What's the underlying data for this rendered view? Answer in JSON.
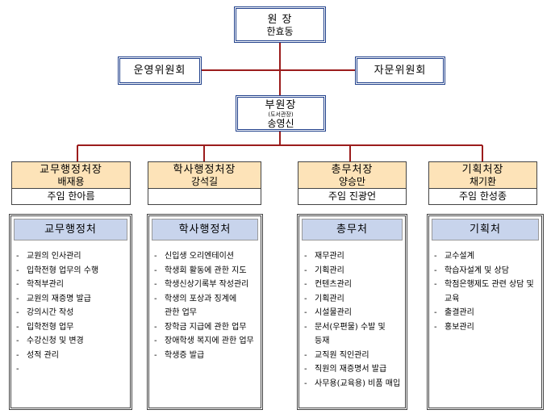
{
  "director": {
    "title": "원 장",
    "name": "한효동"
  },
  "committees": {
    "operations": "운영위원회",
    "advisory": "자문위원회"
  },
  "vice_director": {
    "title": "부원장",
    "note": "(도서관장)",
    "name": "송영신"
  },
  "departments": [
    {
      "title": "교무행정처장",
      "head": "배재용",
      "staff": "주임  한아름"
    },
    {
      "title": "학사행정처장",
      "head": "강석길",
      "staff": ""
    },
    {
      "title": "총무처장",
      "head": "양승만",
      "staff": "주임  진광언"
    },
    {
      "title": "기획처장",
      "head": "채기환",
      "staff": "주임  한성종"
    }
  ],
  "offices": [
    {
      "title": "교무행정처",
      "duties": [
        "교원의 인사관리",
        "입학전형 업무의 수행",
        "학적부관리",
        "교원의 재증명 발급",
        "강의시간 작성",
        "입학전형 업무",
        "수강신청 및 변경",
        "성적 관리",
        ""
      ]
    },
    {
      "title": "학사행정처",
      "duties": [
        "신입생 오리엔테이션",
        "학생회 활동에 관한 지도",
        "학생신상기록부 작성관리",
        "학생의 포상과 징계에",
        "관한 업무",
        "장학금 지급에 관한 업무",
        "장애학생 복지에 관한 업무",
        "학생증 발급"
      ]
    },
    {
      "title": "총무처",
      "duties": [
        "재무관리",
        "기획관리",
        "컨텐츠관리",
        "기획관리",
        "시설물관리",
        "문서(우편물) 수발 및",
        "등재",
        "교직원 직인관리",
        "직원의 재증명서 발급",
        "사무용(교육용) 비품 매입"
      ]
    },
    {
      "title": "기획처",
      "duties": [
        "교수설계",
        "학습자설계 및 상담",
        "학점은행제도 관련 상담 및",
        "교육",
        "출결관리",
        "홍보관리"
      ]
    }
  ]
}
